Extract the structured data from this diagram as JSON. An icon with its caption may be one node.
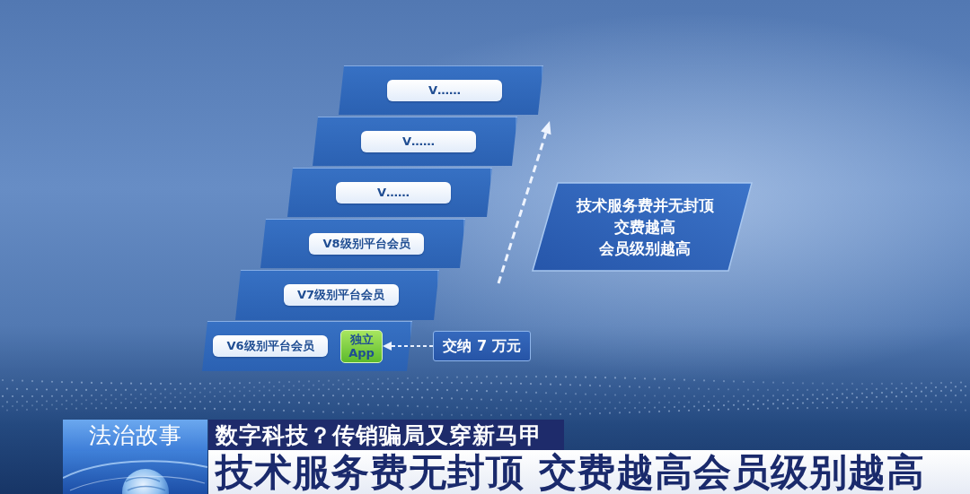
{
  "diagram": {
    "nodes": [
      {
        "text": [
          "V……"
        ]
      },
      {
        "text": [
          "V……"
        ]
      },
      {
        "text": [
          "V……"
        ]
      },
      {
        "text": [
          "V8级别平台会员"
        ]
      },
      {
        "text": [
          "V7级别平台会员"
        ]
      },
      {
        "text": [
          "V6级别平台会员"
        ]
      },
      {
        "text": [
          "独立 App"
        ],
        "in": 5
      },
      {
        "text": [
          "交纳 7 万元"
        ]
      },
      {
        "text": [
          "技术服务费并无封顶",
          "交费越高",
          "会员级别越高"
        ]
      }
    ],
    "edges": [
      {
        "from": 7,
        "to": 6,
        "arrow": "to",
        "style": "dashed"
      }
    ],
    "labels": [
      "法治故事",
      "数字科技？传销骗局又穿新马甲",
      "技术服务费无封顶 交费越高会员级别越高"
    ]
  }
}
